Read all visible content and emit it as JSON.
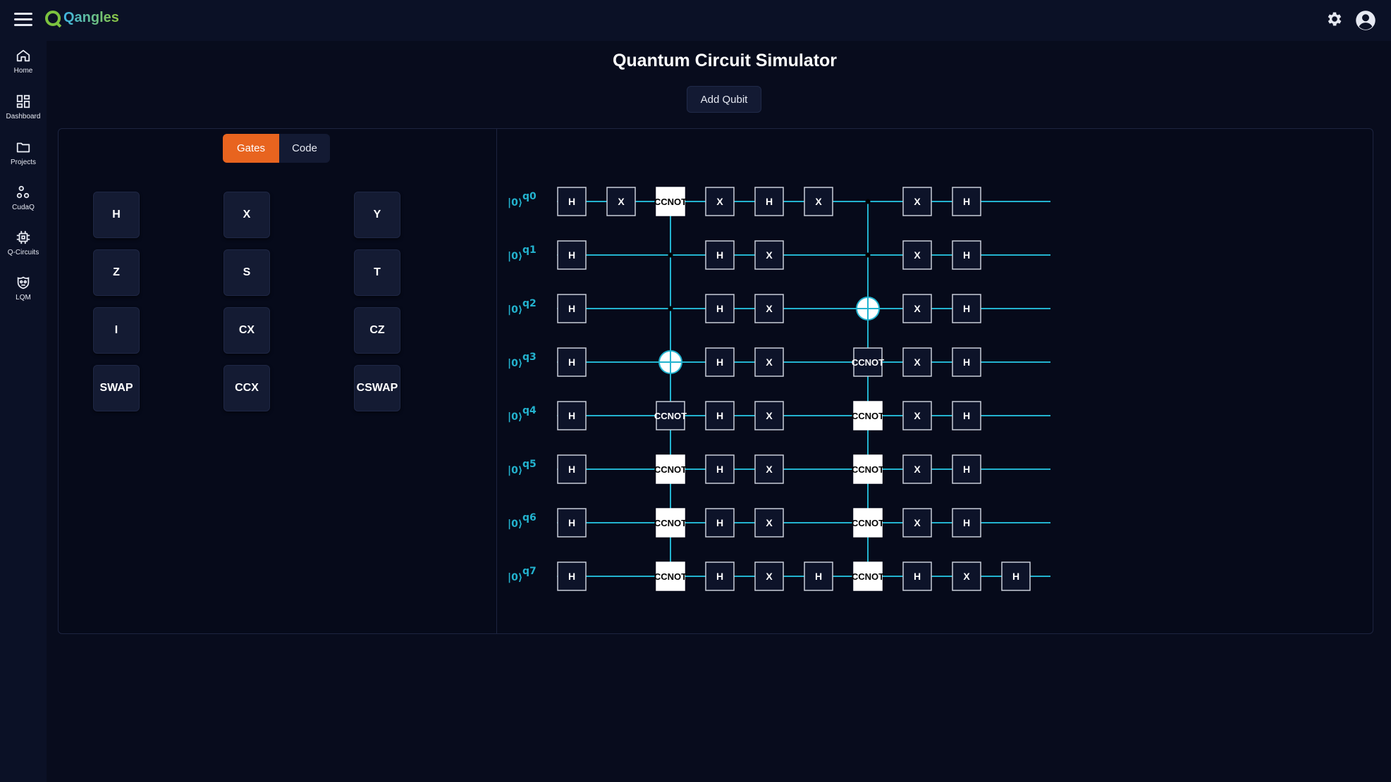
{
  "app": {
    "logo_text": "Qangles"
  },
  "header": {
    "settings_icon": "gear-icon",
    "account_icon": "user-circle-icon"
  },
  "sidebar": {
    "items": [
      {
        "label": "Home",
        "icon": "home-icon"
      },
      {
        "label": "Dashboard",
        "icon": "dashboard-icon"
      },
      {
        "label": "Projects",
        "icon": "folder-icon"
      },
      {
        "label": "CudaQ",
        "icon": "cudaq-icon"
      },
      {
        "label": "Q-Circuits",
        "icon": "chip-icon"
      },
      {
        "label": "LQM",
        "icon": "lqm-icon"
      }
    ]
  },
  "main": {
    "title": "Quantum Circuit Simulator",
    "add_qubit_label": "Add Qubit",
    "tabs": [
      {
        "label": "Gates",
        "active": true
      },
      {
        "label": "Code",
        "active": false
      }
    ],
    "gate_palette": [
      [
        "H",
        "X",
        "Y"
      ],
      [
        "Z",
        "S",
        "T"
      ],
      [
        "I",
        "CX",
        "CZ"
      ],
      [
        "SWAP",
        "CCX",
        "CSWAP"
      ]
    ],
    "active_tab_color": "#e8641f",
    "wire_color": "#23b3cf"
  },
  "circuit": {
    "ket": "|0⟩",
    "qubits": [
      "q0",
      "q1",
      "q2",
      "q3",
      "q4",
      "q5",
      "q6",
      "q7"
    ],
    "gates": [
      {
        "type": "H",
        "col": 0,
        "q": 0
      },
      {
        "type": "H",
        "col": 0,
        "q": 1
      },
      {
        "type": "H",
        "col": 0,
        "q": 2
      },
      {
        "type": "H",
        "col": 0,
        "q": 3
      },
      {
        "type": "H",
        "col": 0,
        "q": 4
      },
      {
        "type": "H",
        "col": 0,
        "q": 5
      },
      {
        "type": "H",
        "col": 0,
        "q": 6
      },
      {
        "type": "H",
        "col": 0,
        "q": 7
      },
      {
        "type": "X",
        "col": 1,
        "q": 0
      },
      {
        "type": "CCNOT",
        "col": 2,
        "q": 0,
        "style": "white"
      },
      {
        "type": "CCNOT",
        "col": 2,
        "q": 4,
        "style": "dark"
      },
      {
        "type": "CCNOT",
        "col": 2,
        "q": 5,
        "style": "white"
      },
      {
        "type": "CCNOT",
        "col": 2,
        "q": 6,
        "style": "white"
      },
      {
        "type": "CCNOT",
        "col": 2,
        "q": 7,
        "style": "white"
      },
      {
        "type": "X",
        "col": 3,
        "q": 0
      },
      {
        "type": "H",
        "col": 3,
        "q": 1
      },
      {
        "type": "H",
        "col": 3,
        "q": 2
      },
      {
        "type": "H",
        "col": 3,
        "q": 3
      },
      {
        "type": "H",
        "col": 3,
        "q": 4
      },
      {
        "type": "H",
        "col": 3,
        "q": 5
      },
      {
        "type": "H",
        "col": 3,
        "q": 6
      },
      {
        "type": "H",
        "col": 3,
        "q": 7
      },
      {
        "type": "H",
        "col": 4,
        "q": 0
      },
      {
        "type": "X",
        "col": 4,
        "q": 1
      },
      {
        "type": "X",
        "col": 4,
        "q": 2
      },
      {
        "type": "X",
        "col": 4,
        "q": 3
      },
      {
        "type": "X",
        "col": 4,
        "q": 4
      },
      {
        "type": "X",
        "col": 4,
        "q": 5
      },
      {
        "type": "X",
        "col": 4,
        "q": 6
      },
      {
        "type": "X",
        "col": 4,
        "q": 7
      },
      {
        "type": "X",
        "col": 5,
        "q": 0
      },
      {
        "type": "H",
        "col": 5,
        "q": 7
      },
      {
        "type": "CCNOT",
        "col": 6,
        "q": 3,
        "style": "dark"
      },
      {
        "type": "CCNOT",
        "col": 6,
        "q": 4,
        "style": "white"
      },
      {
        "type": "CCNOT",
        "col": 6,
        "q": 5,
        "style": "white"
      },
      {
        "type": "CCNOT",
        "col": 6,
        "q": 6,
        "style": "white"
      },
      {
        "type": "CCNOT",
        "col": 6,
        "q": 7,
        "style": "white"
      },
      {
        "type": "X",
        "col": 7,
        "q": 0
      },
      {
        "type": "X",
        "col": 7,
        "q": 1
      },
      {
        "type": "X",
        "col": 7,
        "q": 2
      },
      {
        "type": "X",
        "col": 7,
        "q": 3
      },
      {
        "type": "X",
        "col": 7,
        "q": 4
      },
      {
        "type": "X",
        "col": 7,
        "q": 5
      },
      {
        "type": "X",
        "col": 7,
        "q": 6
      },
      {
        "type": "H",
        "col": 7,
        "q": 7
      },
      {
        "type": "H",
        "col": 8,
        "q": 0
      },
      {
        "type": "H",
        "col": 8,
        "q": 1
      },
      {
        "type": "H",
        "col": 8,
        "q": 2
      },
      {
        "type": "H",
        "col": 8,
        "q": 3
      },
      {
        "type": "H",
        "col": 8,
        "q": 4
      },
      {
        "type": "H",
        "col": 8,
        "q": 5
      },
      {
        "type": "H",
        "col": 8,
        "q": 6
      },
      {
        "type": "X",
        "col": 8,
        "q": 7
      },
      {
        "type": "H",
        "col": 9,
        "q": 7
      }
    ],
    "controls": [
      {
        "col": 2,
        "q": 1
      },
      {
        "col": 2,
        "q": 2
      },
      {
        "col": 6,
        "q": 0
      },
      {
        "col": 6,
        "q": 1
      }
    ],
    "targets": [
      {
        "col": 2,
        "q": 3
      },
      {
        "col": 6,
        "q": 2
      }
    ],
    "vertical_links": [
      {
        "col": 2,
        "from": 0,
        "to": 7
      },
      {
        "col": 6,
        "from": 0,
        "to": 7
      }
    ]
  }
}
